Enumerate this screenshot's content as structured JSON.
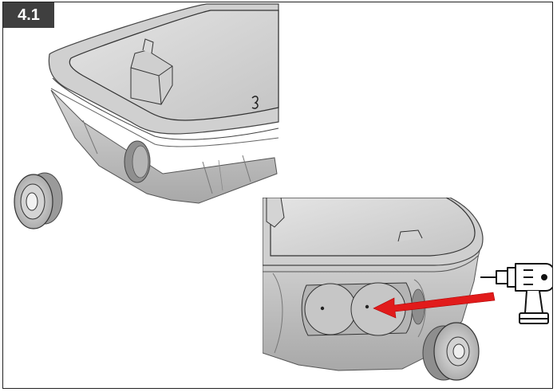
{
  "step": {
    "label": "4.1"
  },
  "illustration": {
    "upper_view": {
      "object": "enclosure-box"
    },
    "lower_view": {
      "object": "enclosure-box-detail"
    },
    "tool_icon": "drill-icon",
    "arrow_color": "#e11b1b",
    "part_color": "#c9c9c9",
    "outline_color": "#2a2a2a"
  }
}
